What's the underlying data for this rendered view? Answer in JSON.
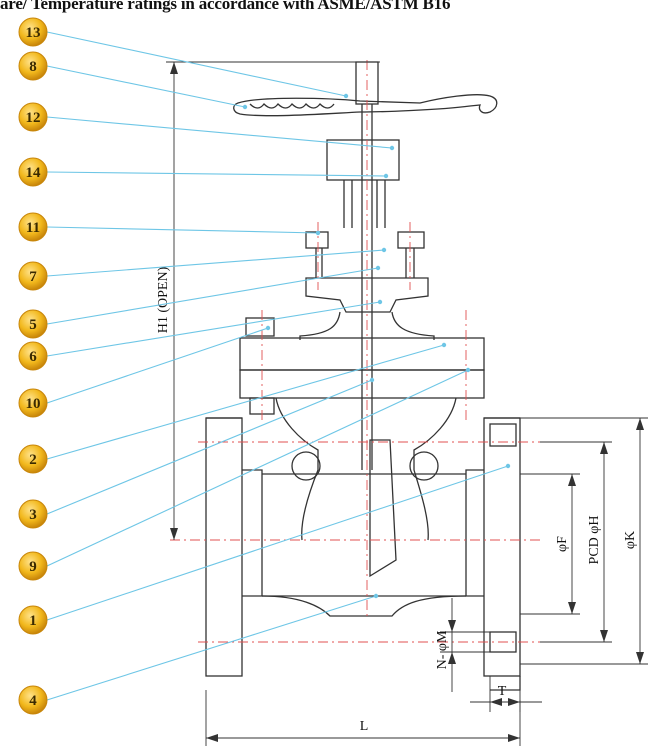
{
  "header": {
    "text": "are/ Temperature ratings in accordance with ASME/ASTM B16"
  },
  "callouts": [
    {
      "num": "13"
    },
    {
      "num": "8"
    },
    {
      "num": "12"
    },
    {
      "num": "14"
    },
    {
      "num": "11"
    },
    {
      "num": "7"
    },
    {
      "num": "5"
    },
    {
      "num": "6"
    },
    {
      "num": "10"
    },
    {
      "num": "2"
    },
    {
      "num": "3"
    },
    {
      "num": "9"
    },
    {
      "num": "1"
    },
    {
      "num": "4"
    }
  ],
  "dimensions": {
    "h1": "H1 (OPEN)",
    "phi_f": "φF",
    "pcd_phi_h": "PCD φH",
    "phi_k": "φK",
    "n_phi_m": "N- φM",
    "t": "T",
    "l": "L"
  },
  "colors": {
    "leader": "#6ec6e6",
    "circle_fill": "#f2b81c",
    "circle_edge": "#c8860a",
    "centerline": "#e05050",
    "outline": "#333333"
  }
}
